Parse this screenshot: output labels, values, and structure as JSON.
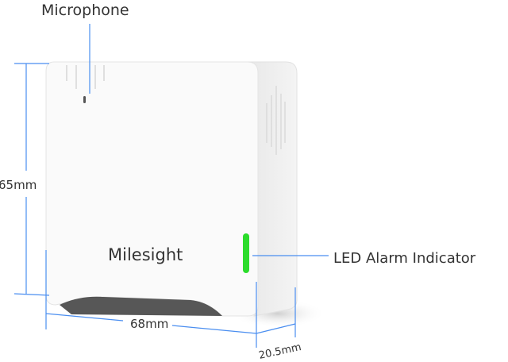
{
  "labels": {
    "microphone": "Microphone",
    "led": "LED Alarm Indicator",
    "height": "65mm",
    "width": "68mm",
    "depth": "20.5mm"
  },
  "logo": {
    "text": "Milesight"
  },
  "colors": {
    "dimension_line": "#4a8ef0",
    "led": "#2bdc2b",
    "text": "#333333"
  }
}
